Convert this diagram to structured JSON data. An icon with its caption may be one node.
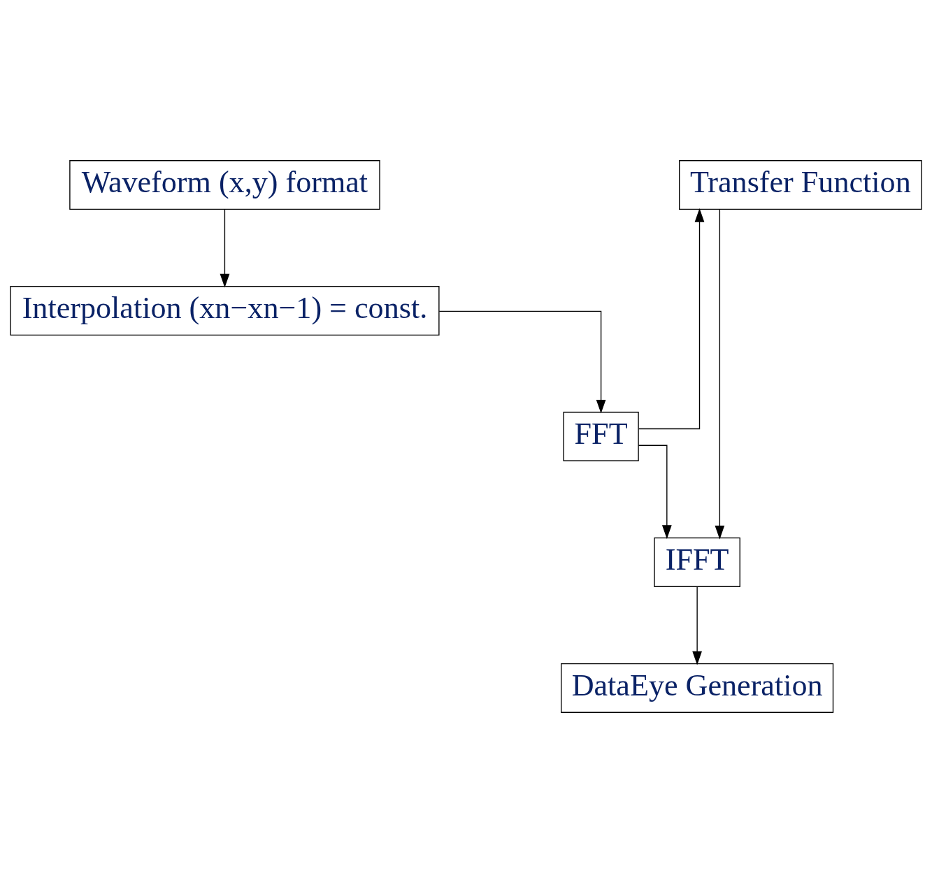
{
  "diagram": {
    "nodes": [
      {
        "text": [
          "Waveform (x,y) format"
        ]
      },
      {
        "text": [
          "Interpolation (xn−xn−1) = const."
        ]
      },
      {
        "text": [
          "FFT"
        ]
      },
      {
        "text": [
          "Transfer Function"
        ]
      },
      {
        "text": [
          "IFFT"
        ]
      },
      {
        "text": [
          "DataEye Generation"
        ]
      }
    ],
    "edges": [
      {
        "from": 0,
        "to": 1,
        "arrow": "to"
      },
      {
        "from": 1,
        "to": 2,
        "arrow": "to"
      },
      {
        "from": 2,
        "to": 4,
        "arrow": "to"
      },
      {
        "from": 2,
        "to": 3,
        "arrow": "to"
      },
      {
        "from": 3,
        "to": 4,
        "arrow": "to"
      },
      {
        "from": 4,
        "to": 5,
        "arrow": "to"
      }
    ]
  }
}
